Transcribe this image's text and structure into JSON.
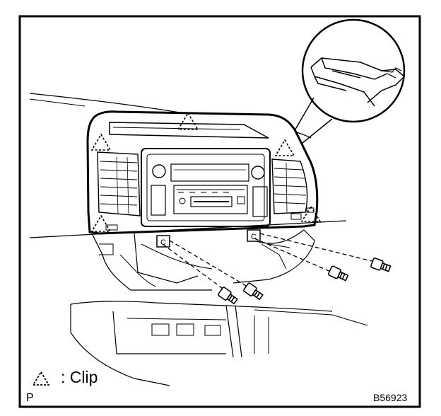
{
  "legend": {
    "symbol_name": "clip-triangle-icon",
    "text": ": Clip"
  },
  "corner_code": "P",
  "figure_code": "B56923",
  "colors": {
    "ink": "#000000",
    "paper": "#ffffff"
  }
}
